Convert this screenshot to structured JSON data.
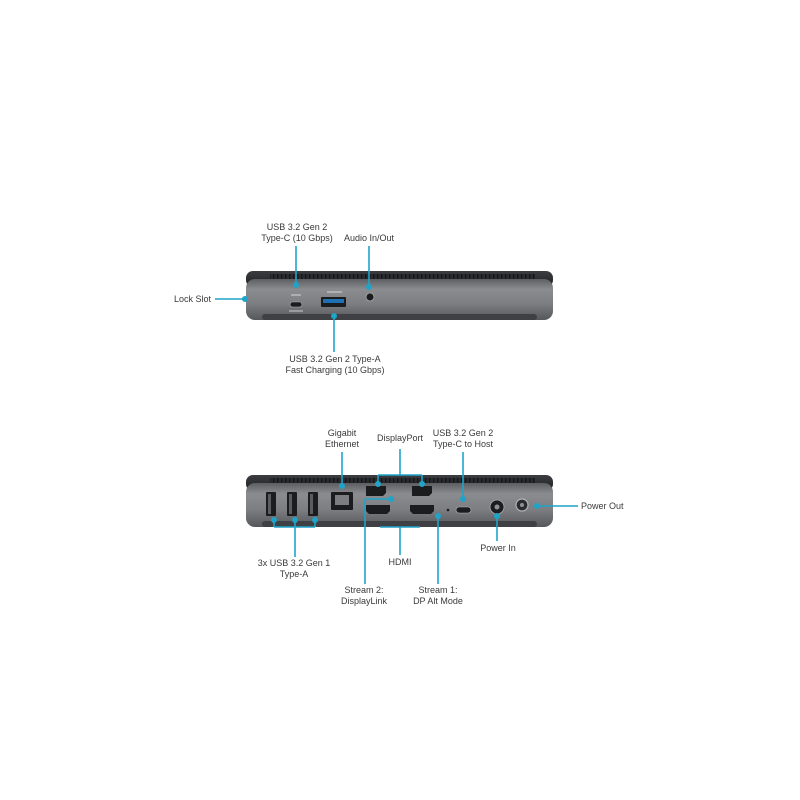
{
  "accent_color": "#1fa3c9",
  "device_color": "#7d7f83",
  "front_view": {
    "labels": {
      "usb_c_front": [
        "USB 3.2 Gen 2",
        "Type-C (10 Gbps)"
      ],
      "audio": [
        "Audio In/Out"
      ],
      "lock_slot": [
        "Lock Slot"
      ],
      "usb_a_front": [
        "USB 3.2 Gen 2 Type-A",
        "Fast Charging (10 Gbps)"
      ]
    }
  },
  "rear_view": {
    "labels": {
      "gigabit_ethernet": [
        "Gigabit",
        "Ethernet"
      ],
      "displayport": [
        "DisplayPort"
      ],
      "usb_c_host": [
        "USB 3.2 Gen 2",
        "Type-C to Host"
      ],
      "power_out": [
        "Power Out"
      ],
      "power_in": [
        "Power In"
      ],
      "usb_a_rear": [
        "3x USB 3.2 Gen 1",
        "Type-A"
      ],
      "hdmi": [
        "HDMI"
      ],
      "stream_2": [
        "Stream 2:",
        "DisplayLink"
      ],
      "stream_1": [
        "Stream 1:",
        "DP Alt Mode"
      ]
    }
  }
}
